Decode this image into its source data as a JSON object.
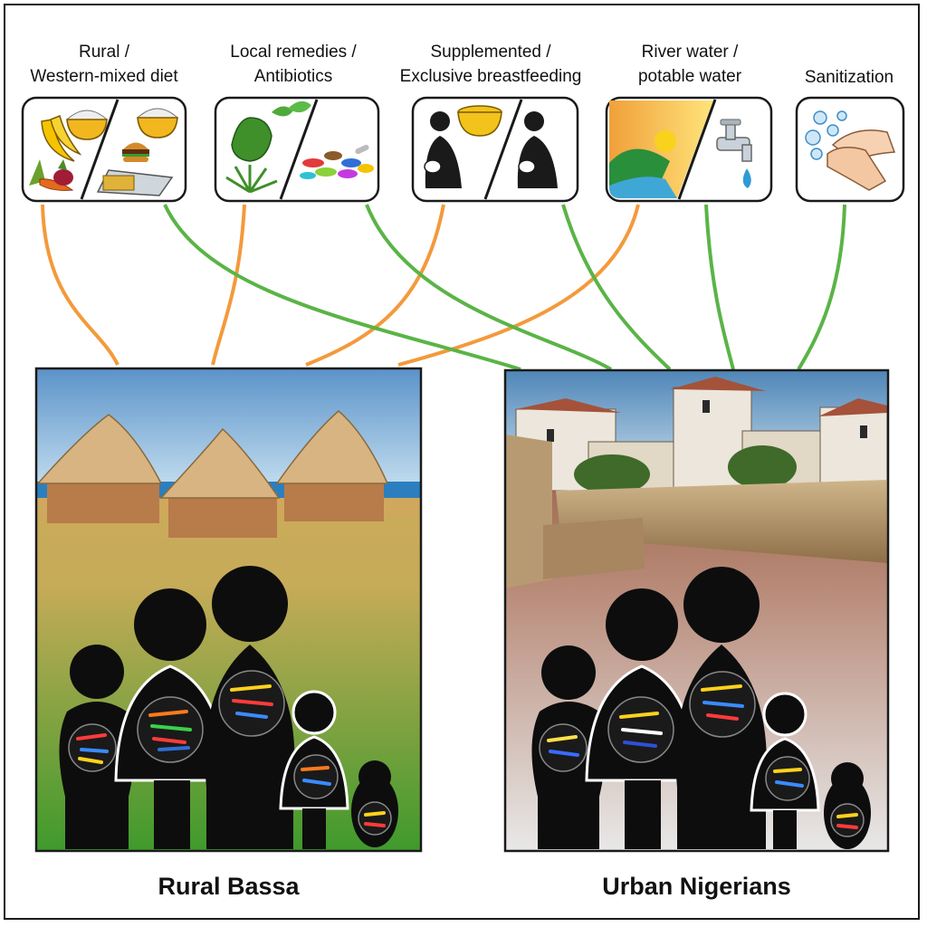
{
  "factors": [
    {
      "id": "diet",
      "label": "Rural /\nWestern-mixed diet",
      "icons": [
        "banana-icon",
        "rice-bowl-icon",
        "vegetables-icon",
        "burger-icon",
        "rice-bowl-icon",
        "fries-bag-icon"
      ]
    },
    {
      "id": "remedies",
      "label": "Local remedies /\nAntibiotics",
      "icons": [
        "leaf-icon",
        "herb-plant-icon",
        "pills-icon"
      ]
    },
    {
      "id": "feeding",
      "label": "Supplemented /\nExclusive breastfeeding",
      "icons": [
        "mother-infant-icon",
        "porridge-bowl-icon",
        "mother-infant-icon"
      ]
    },
    {
      "id": "water",
      "label": "River water /\npotable water",
      "icons": [
        "river-landscape-icon",
        "water-tap-icon"
      ]
    },
    {
      "id": "sanitization",
      "label": "Sanitization",
      "icons": [
        "handwashing-icon"
      ]
    }
  ],
  "colors": {
    "rural_link": "#f39a3c",
    "urban_link": "#5ab447"
  },
  "panels": {
    "rural": {
      "caption": "Rural Bassa",
      "scene": "thatched-huts-icon"
    },
    "urban": {
      "caption": "Urban Nigerians",
      "scene": "town-buildings-icon"
    }
  }
}
